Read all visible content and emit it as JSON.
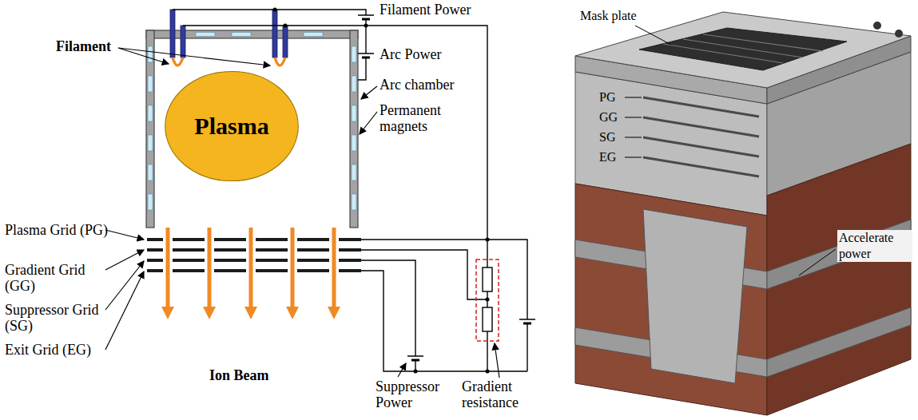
{
  "diagram": {
    "nodes": [
      {
        "text": [
          "Plasma"
        ]
      }
    ],
    "labels": [
      "Filament",
      "Filament Power",
      "Arc Power",
      "Arc chamber",
      "Permanent magnets",
      "Mask plate",
      "PG",
      "GG",
      "SG",
      "EG",
      "Plasma Grid (PG)",
      "Gradient Grid (GG)",
      "Suppressor Grid (SG)",
      "Exit Grid (EG)",
      "Ion Beam",
      "Accelerate power",
      "Suppressor Power",
      "Gradient resistance"
    ]
  }
}
